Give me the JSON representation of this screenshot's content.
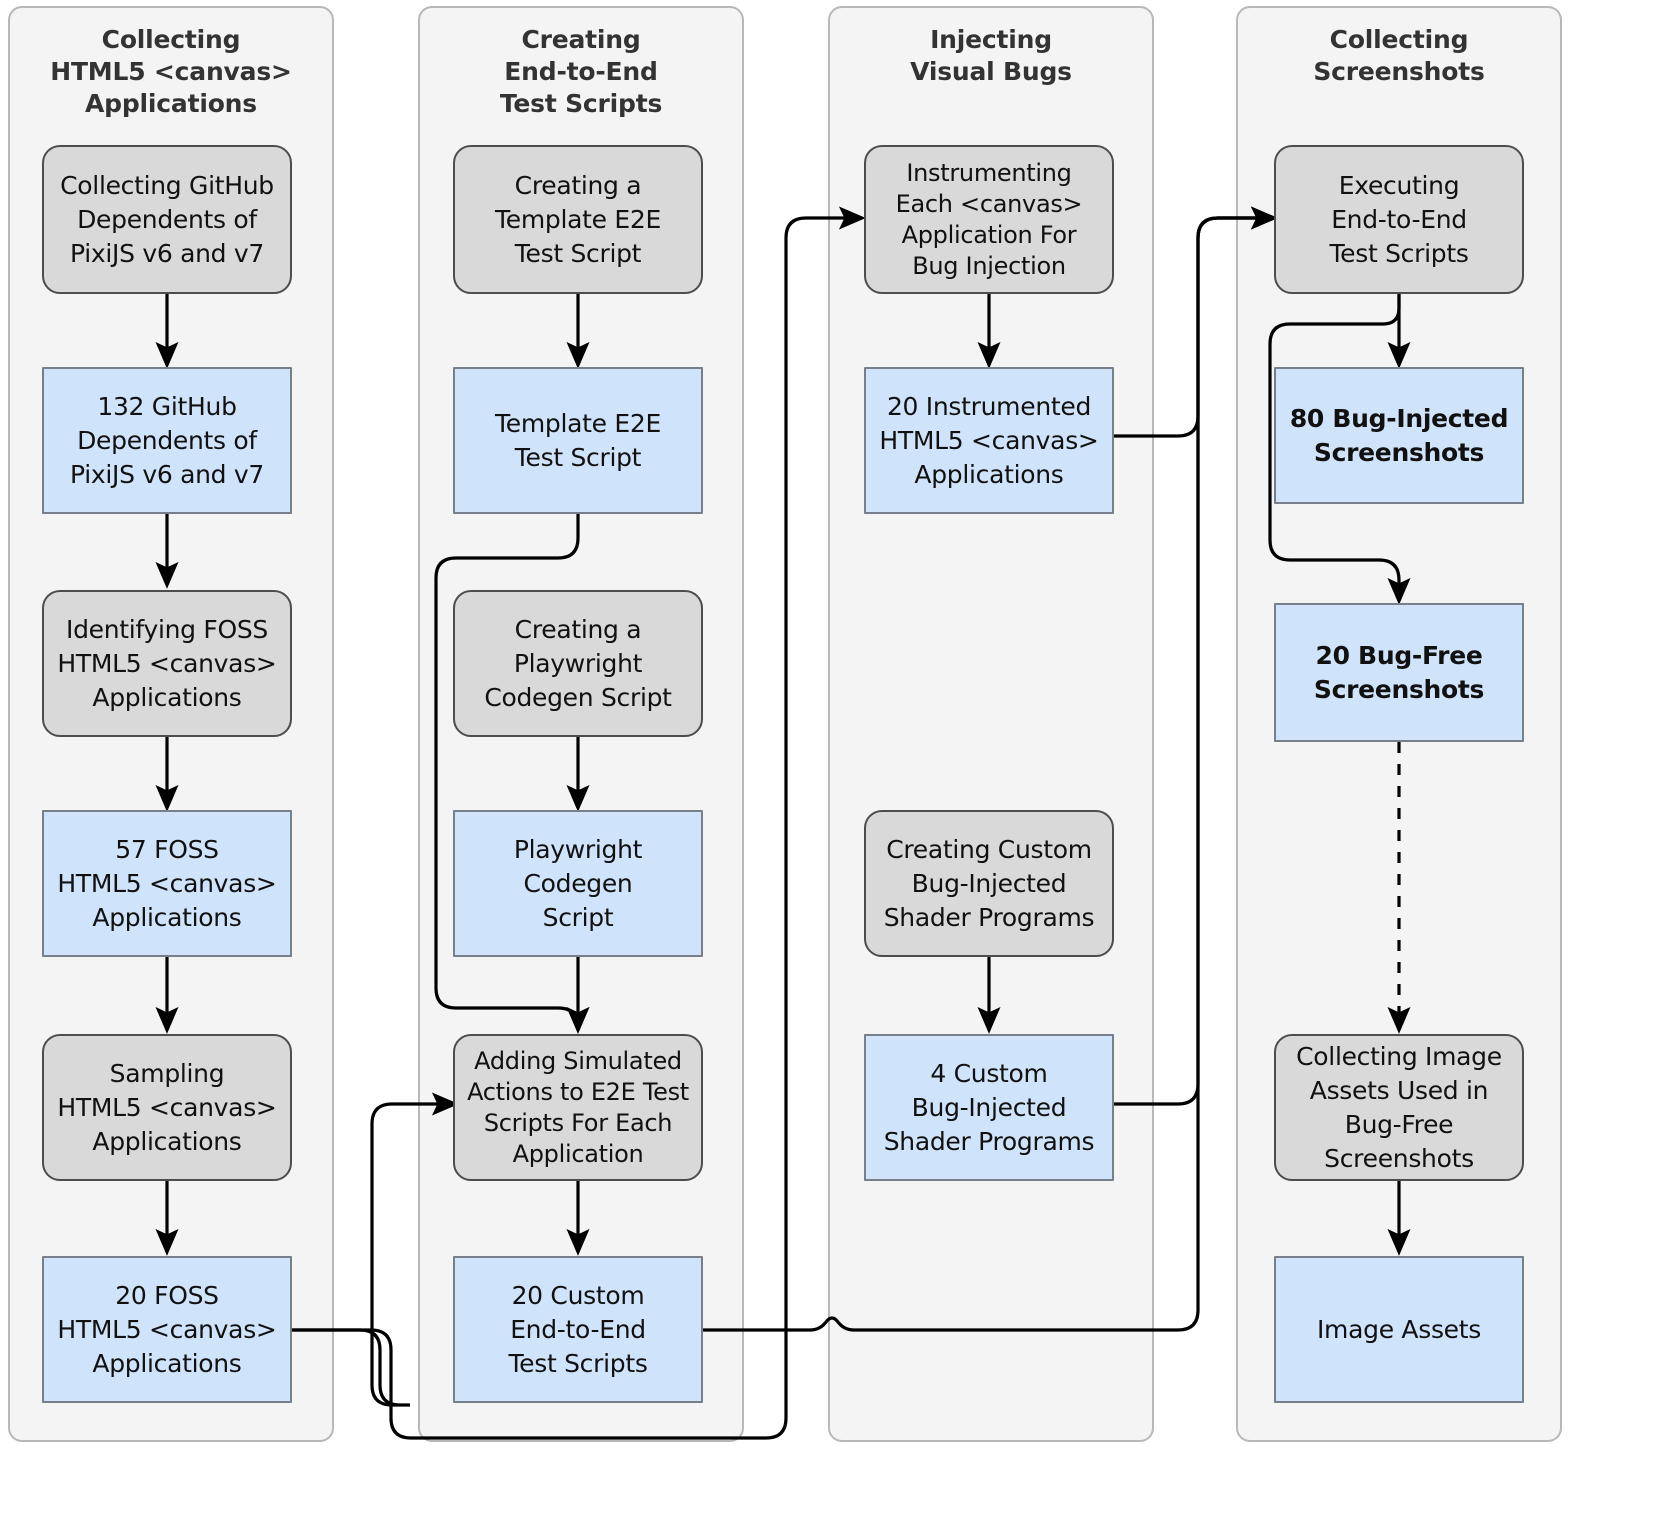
{
  "diagram": {
    "title": "Study methodology pipeline for collecting bug-injected HTML5 canvas screenshots",
    "type": "flowchart",
    "colors": {
      "lane_background": "#f4f4f4",
      "lane_border": "#b8b8b8",
      "process_fill": "#d9d9d9",
      "process_border": "#4d4d4d",
      "artifact_fill": "#cfe4fa",
      "artifact_border": "#777f8a",
      "edge": "#000000",
      "title_text": "#333333"
    }
  },
  "lanes": [
    {
      "id": "lane1",
      "title": "Collecting\nHTML5 <canvas>\nApplications"
    },
    {
      "id": "lane2",
      "title": "Creating\nEnd-to-End\nTest Scripts"
    },
    {
      "id": "lane3",
      "title": "Injecting\nVisual Bugs"
    },
    {
      "id": "lane4",
      "title": "Collecting\nScreenshots"
    }
  ],
  "nodes": {
    "n1": {
      "label": "Collecting GitHub\nDependents of\nPixiJS v6 and v7",
      "kind": "process"
    },
    "n2": {
      "label": "132 GitHub\nDependents of\nPixiJS v6 and v7",
      "kind": "artifact"
    },
    "n3": {
      "label": "Identifying FOSS\nHTML5 <canvas>\nApplications",
      "kind": "process"
    },
    "n4": {
      "label": "57 FOSS\nHTML5 <canvas>\nApplications",
      "kind": "artifact"
    },
    "n5": {
      "label": "Sampling\nHTML5 <canvas>\nApplications",
      "kind": "process"
    },
    "n6": {
      "label": "20 FOSS\nHTML5 <canvas>\nApplications",
      "kind": "artifact"
    },
    "n7": {
      "label": "Creating a\nTemplate E2E\nTest Script",
      "kind": "process"
    },
    "n8": {
      "label": "Template E2E\nTest Script",
      "kind": "artifact"
    },
    "n9": {
      "label": "Creating a\nPlaywright\nCodegen Script",
      "kind": "process"
    },
    "n10": {
      "label": "Playwright\nCodegen\nScript",
      "kind": "artifact"
    },
    "n11": {
      "label": "Adding Simulated\nActions to E2E Test\nScripts For Each\nApplication",
      "kind": "process"
    },
    "n12": {
      "label": "20 Custom\nEnd-to-End\nTest Scripts",
      "kind": "artifact"
    },
    "n13": {
      "label": "Instrumenting\nEach <canvas>\nApplication For\nBug Injection",
      "kind": "process"
    },
    "n14": {
      "label": "20 Instrumented\nHTML5 <canvas>\nApplications",
      "kind": "artifact"
    },
    "n15": {
      "label": "Creating Custom\nBug-Injected\nShader Programs",
      "kind": "process"
    },
    "n16": {
      "label": "4 Custom\nBug-Injected\nShader Programs",
      "kind": "artifact"
    },
    "n17": {
      "label": "Executing\nEnd-to-End\nTest Scripts",
      "kind": "process"
    },
    "n18": {
      "label": "80 Bug-Injected\nScreenshots",
      "kind": "artifact",
      "bold": true
    },
    "n19": {
      "label": "20 Bug-Free\nScreenshots",
      "kind": "artifact",
      "bold": true
    },
    "n20": {
      "label": "Collecting Image\nAssets Used in\nBug-Free\nScreenshots",
      "kind": "process"
    },
    "n21": {
      "label": "Image Assets",
      "kind": "artifact"
    }
  },
  "edges": [
    {
      "from": "n1",
      "to": "n2",
      "style": "solid"
    },
    {
      "from": "n2",
      "to": "n3",
      "style": "solid"
    },
    {
      "from": "n3",
      "to": "n4",
      "style": "solid"
    },
    {
      "from": "n4",
      "to": "n5",
      "style": "solid"
    },
    {
      "from": "n5",
      "to": "n6",
      "style": "solid"
    },
    {
      "from": "n6",
      "to": "n11",
      "style": "solid"
    },
    {
      "from": "n6",
      "to": "n13",
      "style": "solid"
    },
    {
      "from": "n7",
      "to": "n8",
      "style": "solid"
    },
    {
      "from": "n8",
      "to": "n11",
      "style": "solid"
    },
    {
      "from": "n9",
      "to": "n10",
      "style": "solid"
    },
    {
      "from": "n10",
      "to": "n11",
      "style": "solid"
    },
    {
      "from": "n11",
      "to": "n12",
      "style": "solid"
    },
    {
      "from": "n12",
      "to": "n17",
      "style": "solid"
    },
    {
      "from": "n13",
      "to": "n14",
      "style": "solid"
    },
    {
      "from": "n14",
      "to": "n17",
      "style": "solid"
    },
    {
      "from": "n15",
      "to": "n16",
      "style": "solid"
    },
    {
      "from": "n16",
      "to": "n17",
      "style": "solid"
    },
    {
      "from": "n17",
      "to": "n18",
      "style": "solid"
    },
    {
      "from": "n17",
      "to": "n19",
      "style": "solid"
    },
    {
      "from": "n19",
      "to": "n20",
      "style": "dashed"
    },
    {
      "from": "n20",
      "to": "n21",
      "style": "solid"
    }
  ]
}
